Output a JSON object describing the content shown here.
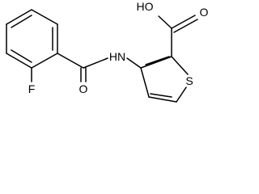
{
  "molecule": {
    "labels": {
      "fluorine": "F",
      "nitrogen_h": "HN",
      "carbonyl_oxygen": "O",
      "carboxyl_oh": "HO",
      "carboxyl_oxygen": "O",
      "sulfur": "S"
    }
  }
}
